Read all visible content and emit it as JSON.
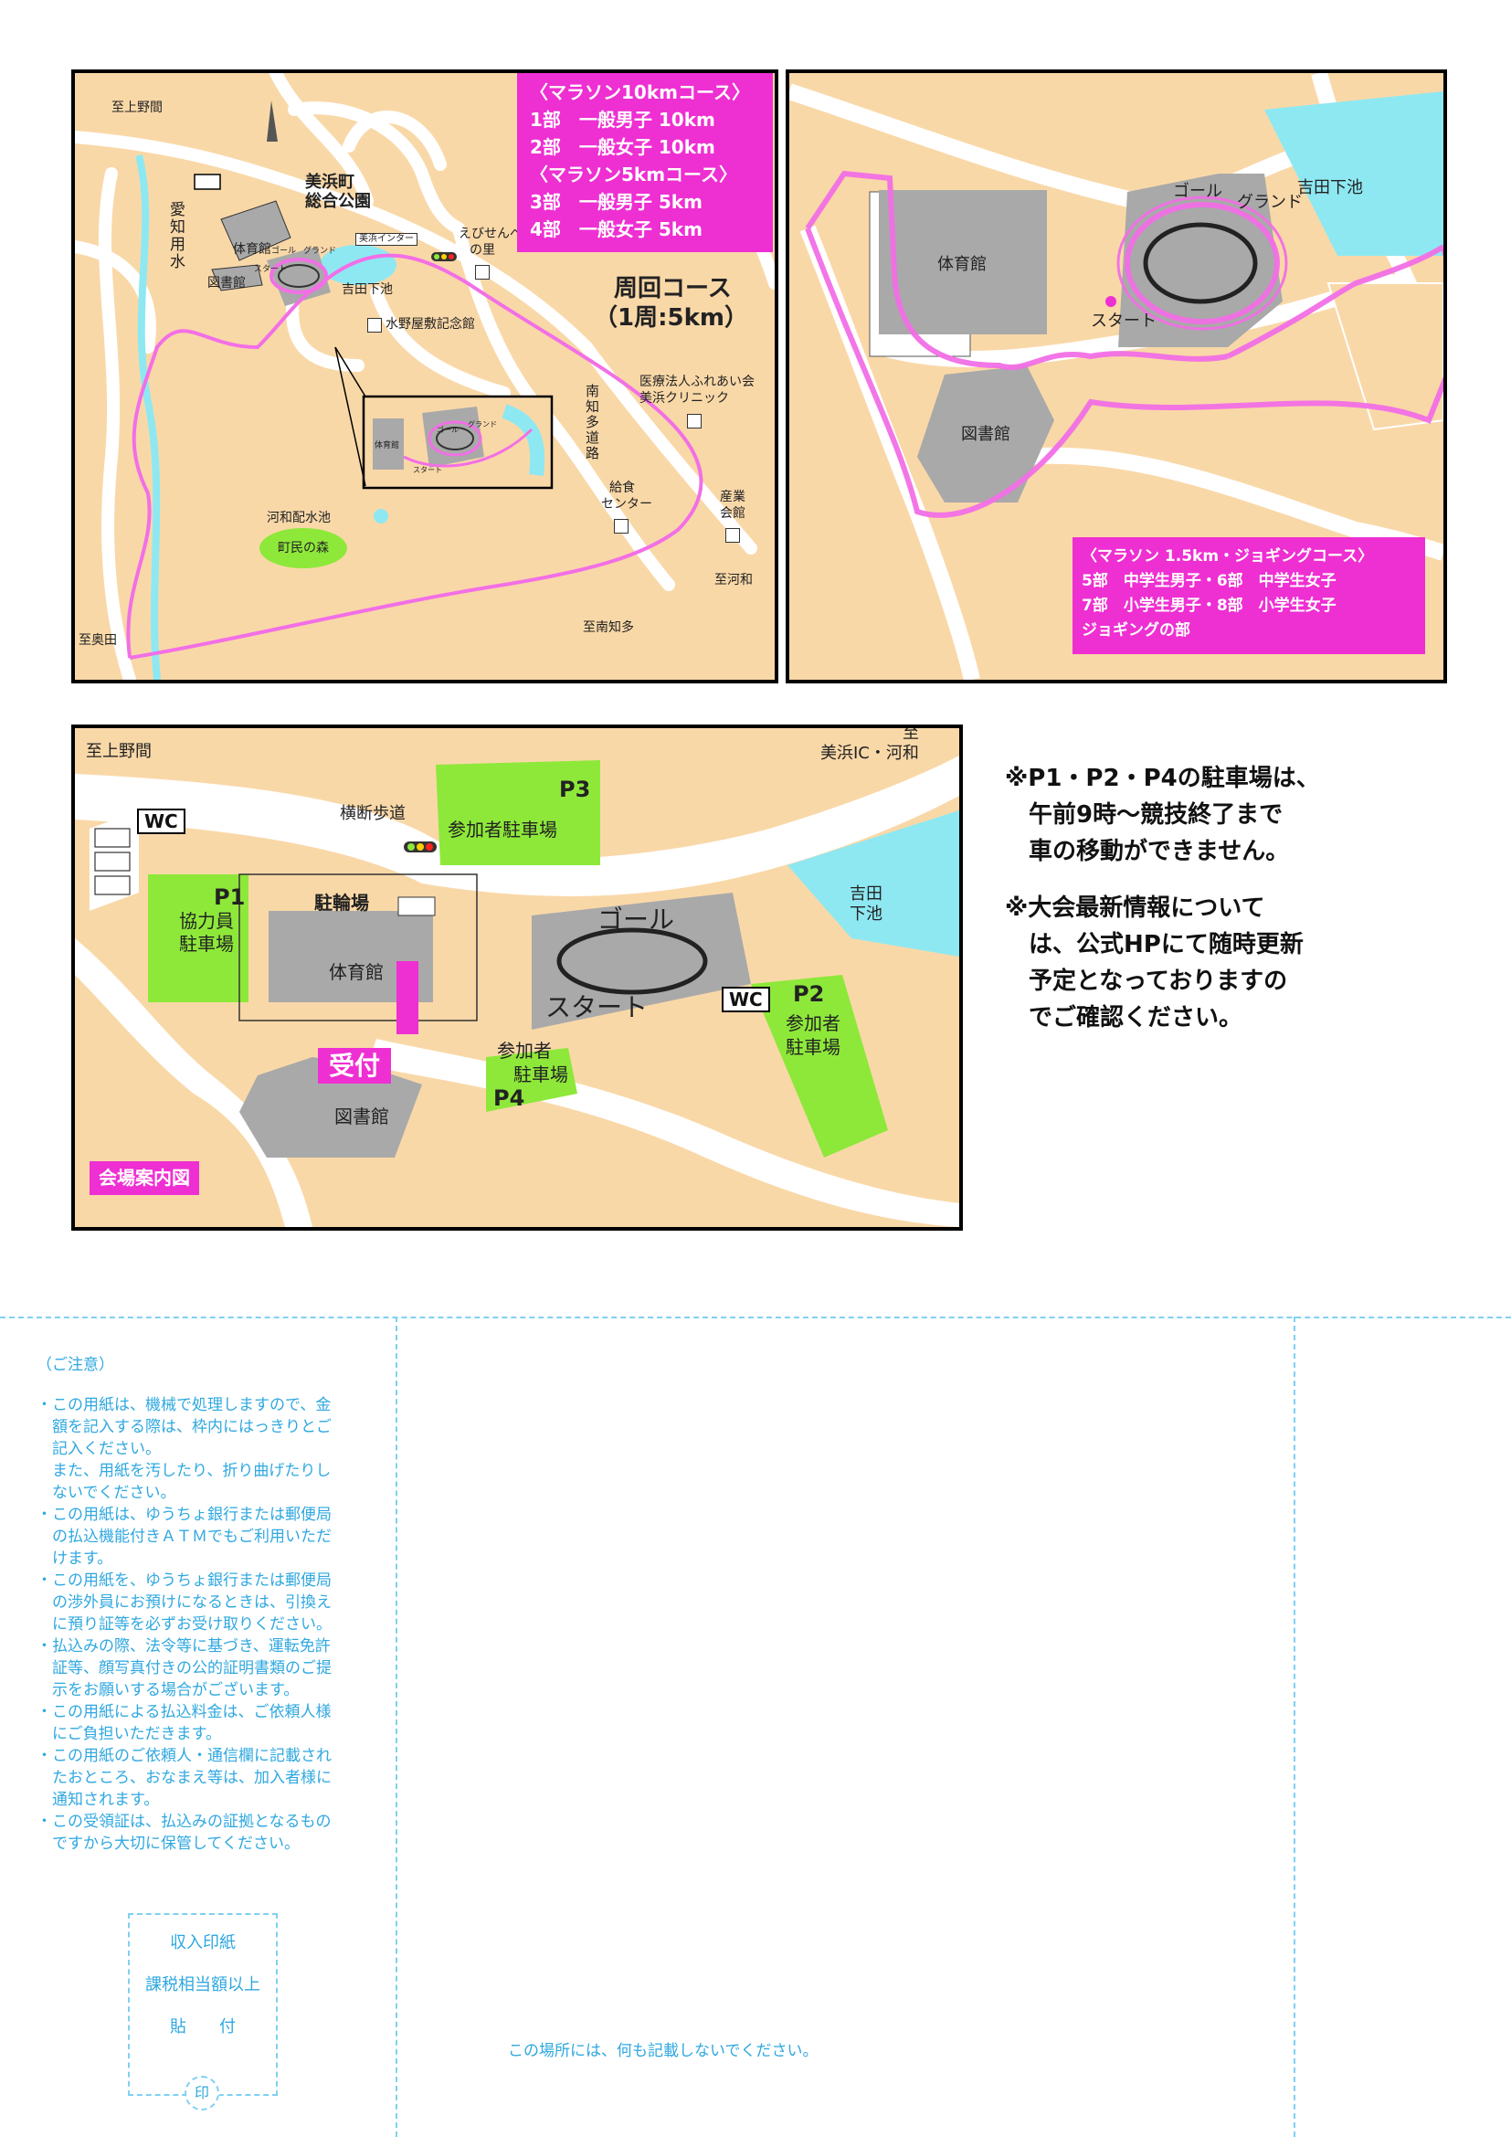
{
  "map1": {
    "labels": {
      "to_kaminoma": "至上野間",
      "park_name_1": "美浜町",
      "park_name_2": "総合公園",
      "aichi_canal": "愛知用水",
      "gym": "体育館",
      "library": "図書館",
      "mihama_ic": "美浜インター",
      "ebisenbei_1": "えびせんべい",
      "ebisenbei_2": "の里",
      "yoshida_pond": "吉田下池",
      "mizuno_hall": "水野屋敷記念館",
      "clinic_1": "医療法人ふれあい会",
      "clinic_2": "美浜クリニック",
      "minamichita_road": "南知多道路",
      "kyushoku_1": "給食",
      "kyushoku_2": "センター",
      "sangyo_1": "産業",
      "sangyo_2": "会館",
      "kawawa_pond": "河和配水池",
      "chomin_forest": "町民の森",
      "to_kouwa": "至河和",
      "to_minamichita": "至南知多",
      "to_okuda": "至奥田",
      "course_title_1": "周回コース",
      "course_title_2": "（1周:5km）",
      "inset_gym": "体育館",
      "inset_goal": "ゴール",
      "inset_ground": "グランド",
      "inset_start": "スタート",
      "goal": "ゴール",
      "ground": "グランド",
      "start": "スタート"
    },
    "legend": [
      "〈マラソン10kmコース〉",
      "1部　一般男子 10km",
      "2部　一般女子 10km",
      "〈マラソン5kmコース〉",
      "3部　一般男子 5km",
      "4部　一般女子 5km"
    ]
  },
  "map2": {
    "labels": {
      "yoshida_pond": "吉田下池",
      "goal": "ゴール",
      "ground": "グランド",
      "gym": "体育館",
      "start": "スタート",
      "library": "図書館"
    },
    "legend": [
      "〈マラソン 1.5km・ジョギングコース〉",
      "5部　中学生男子・6部　中学生女子",
      "7部　小学生男子・8部　小学生女子",
      "ジョギングの部"
    ]
  },
  "map3": {
    "labels": {
      "to_kaminoma": "至上野間",
      "to_ic_1": "至",
      "to_ic_2": "美浜IC・河和",
      "wc": "WC",
      "crosswalk": "横断歩道",
      "p3": "P3",
      "p3_name": "参加者駐車場",
      "p1": "P1",
      "p1_name_1": "協力員",
      "p1_name_2": "駐車場",
      "bike_parking": "駐輪場",
      "gym": "体育館",
      "goal": "ゴール",
      "start": "スタート",
      "yoshida_1": "吉田",
      "yoshida_2": "下池",
      "p2": "P2",
      "p2_name_1": "参加者",
      "p2_name_2": "駐車場",
      "reception": "受付",
      "p4_name_1": "参加者",
      "p4_name_2": "駐車場",
      "p4": "P4",
      "library": "図書館",
      "title": "会場案内図"
    }
  },
  "notices": [
    "※P1・P2・P4の駐車場は、",
    "　午前9時～競技終了まで",
    "　車の移動ができません。",
    "※大会最新情報について",
    "　は、公式HPにて随時更新",
    "　予定となっておりますの",
    "　でご確認ください。"
  ],
  "form": {
    "caution_title": "（ご注意）",
    "caution_lines": [
      "・この用紙は、機械で処理しますので、金",
      "　額を記入する際は、枠内にはっきりとご",
      "　記入ください。",
      "　また、用紙を汚したり、折り曲げたりし",
      "　ないでください。",
      "・この用紙は、ゆうちょ銀行または郵便局",
      "　の払込機能付きＡＴＭでもご利用いただ",
      "　けます。",
      "・この用紙を、ゆうちょ銀行または郵便局",
      "　の渉外員にお預けになるときは、引換え",
      "　に預り証等を必ずお受け取りください。",
      "・払込みの際、法令等に基づき、運転免許",
      "　証等、顔写真付きの公的証明書類のご提",
      "　示をお願いする場合がございます。",
      "・この用紙による払込料金は、ご依頼人様",
      "　にご負担いただきます。",
      "・この用紙のご依頼人・通信欄に記載され",
      "　たおところ、おなまえ等は、加入者様に",
      "　通知されます。",
      "・この受領証は、払込みの証拠となるもの",
      "　ですから大切に保管してください。"
    ],
    "stamp_line1": "収入印紙",
    "stamp_line2": "課税相当額以上",
    "stamp_line3": "貼　　付",
    "seal": "印",
    "no_write": "この場所には、何も記載しないでください。"
  },
  "colors": {
    "land": "#f9d8a8",
    "road": "#ffffff",
    "building": "#a9a9a9",
    "pond": "#8ee8f2",
    "green": "#8ee83a",
    "course_pink": "#f26fe6",
    "legend_pink": "#ee2fd2",
    "form_blue": "#2fa8e0"
  }
}
